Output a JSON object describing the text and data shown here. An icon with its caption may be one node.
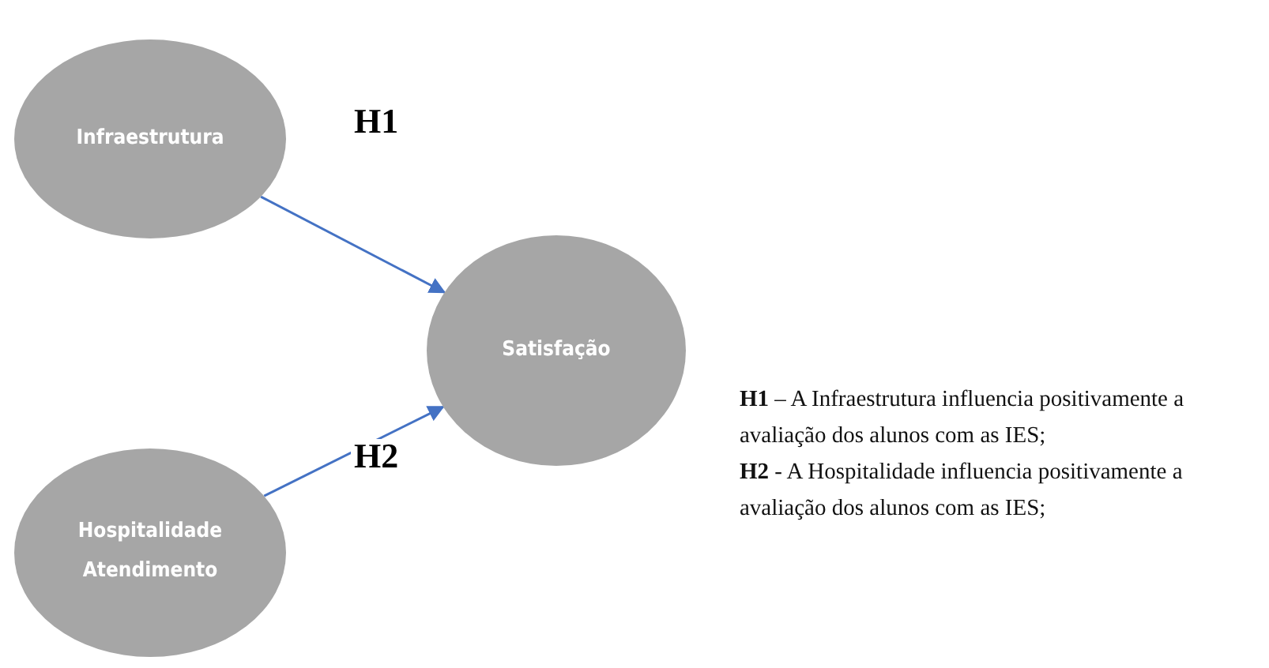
{
  "diagram": {
    "nodes": [
      {
        "text": [
          "Infraestrutura"
        ]
      },
      {
        "text": [
          "Satisfação"
        ]
      },
      {
        "text": [
          "Hospitalidade Atendimento"
        ]
      }
    ],
    "edges": [
      {
        "from": 0,
        "to": 1,
        "arrow": "to",
        "label": "H1"
      },
      {
        "from": 2,
        "to": 1,
        "arrow": "to",
        "label": "H2"
      }
    ],
    "labels": [
      "**H1** – A Infraestrutura influencia positivamente a avaliação dos alunos com as IES;",
      "**H2** - A Hospitalidade influencia positivamente a avaliação dos alunos com as IES;"
    ]
  }
}
